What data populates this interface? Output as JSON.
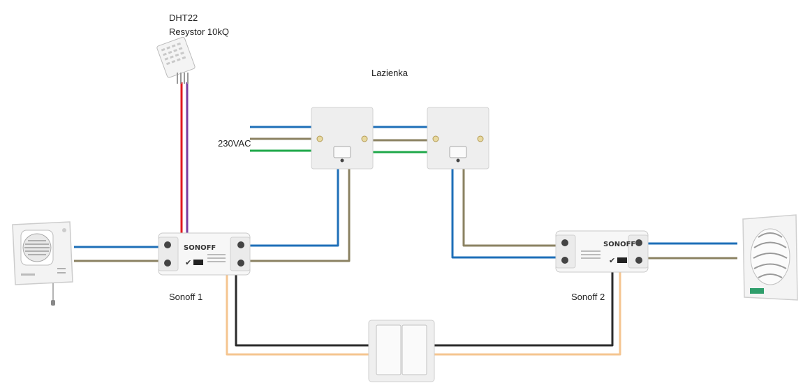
{
  "labels": {
    "sensor_line1": "DHT22",
    "sensor_line2": "Resystor 10kQ",
    "room": "Lazienka",
    "mains": "230VAC",
    "sonoff1": "Sonoff 1",
    "sonoff2": "Sonoff 2",
    "module_brand": "SONOFF"
  },
  "colors": {
    "live": "#1e6fb8",
    "neutral": "#8b8262",
    "earth": "#1fa84a",
    "sensor_red": "#e1191f",
    "sensor_purple": "#7a3d9e",
    "switch_black": "#2b2b2b",
    "switch_orange": "#f5c590"
  },
  "icons": {
    "heater": "fan-heater-icon",
    "sensor": "dht22-sensor-icon",
    "module": "sonoff-relay-icon",
    "wall_switch": "light-switch-icon",
    "double_switch": "double-switch-icon",
    "fan": "exhaust-fan-icon"
  }
}
